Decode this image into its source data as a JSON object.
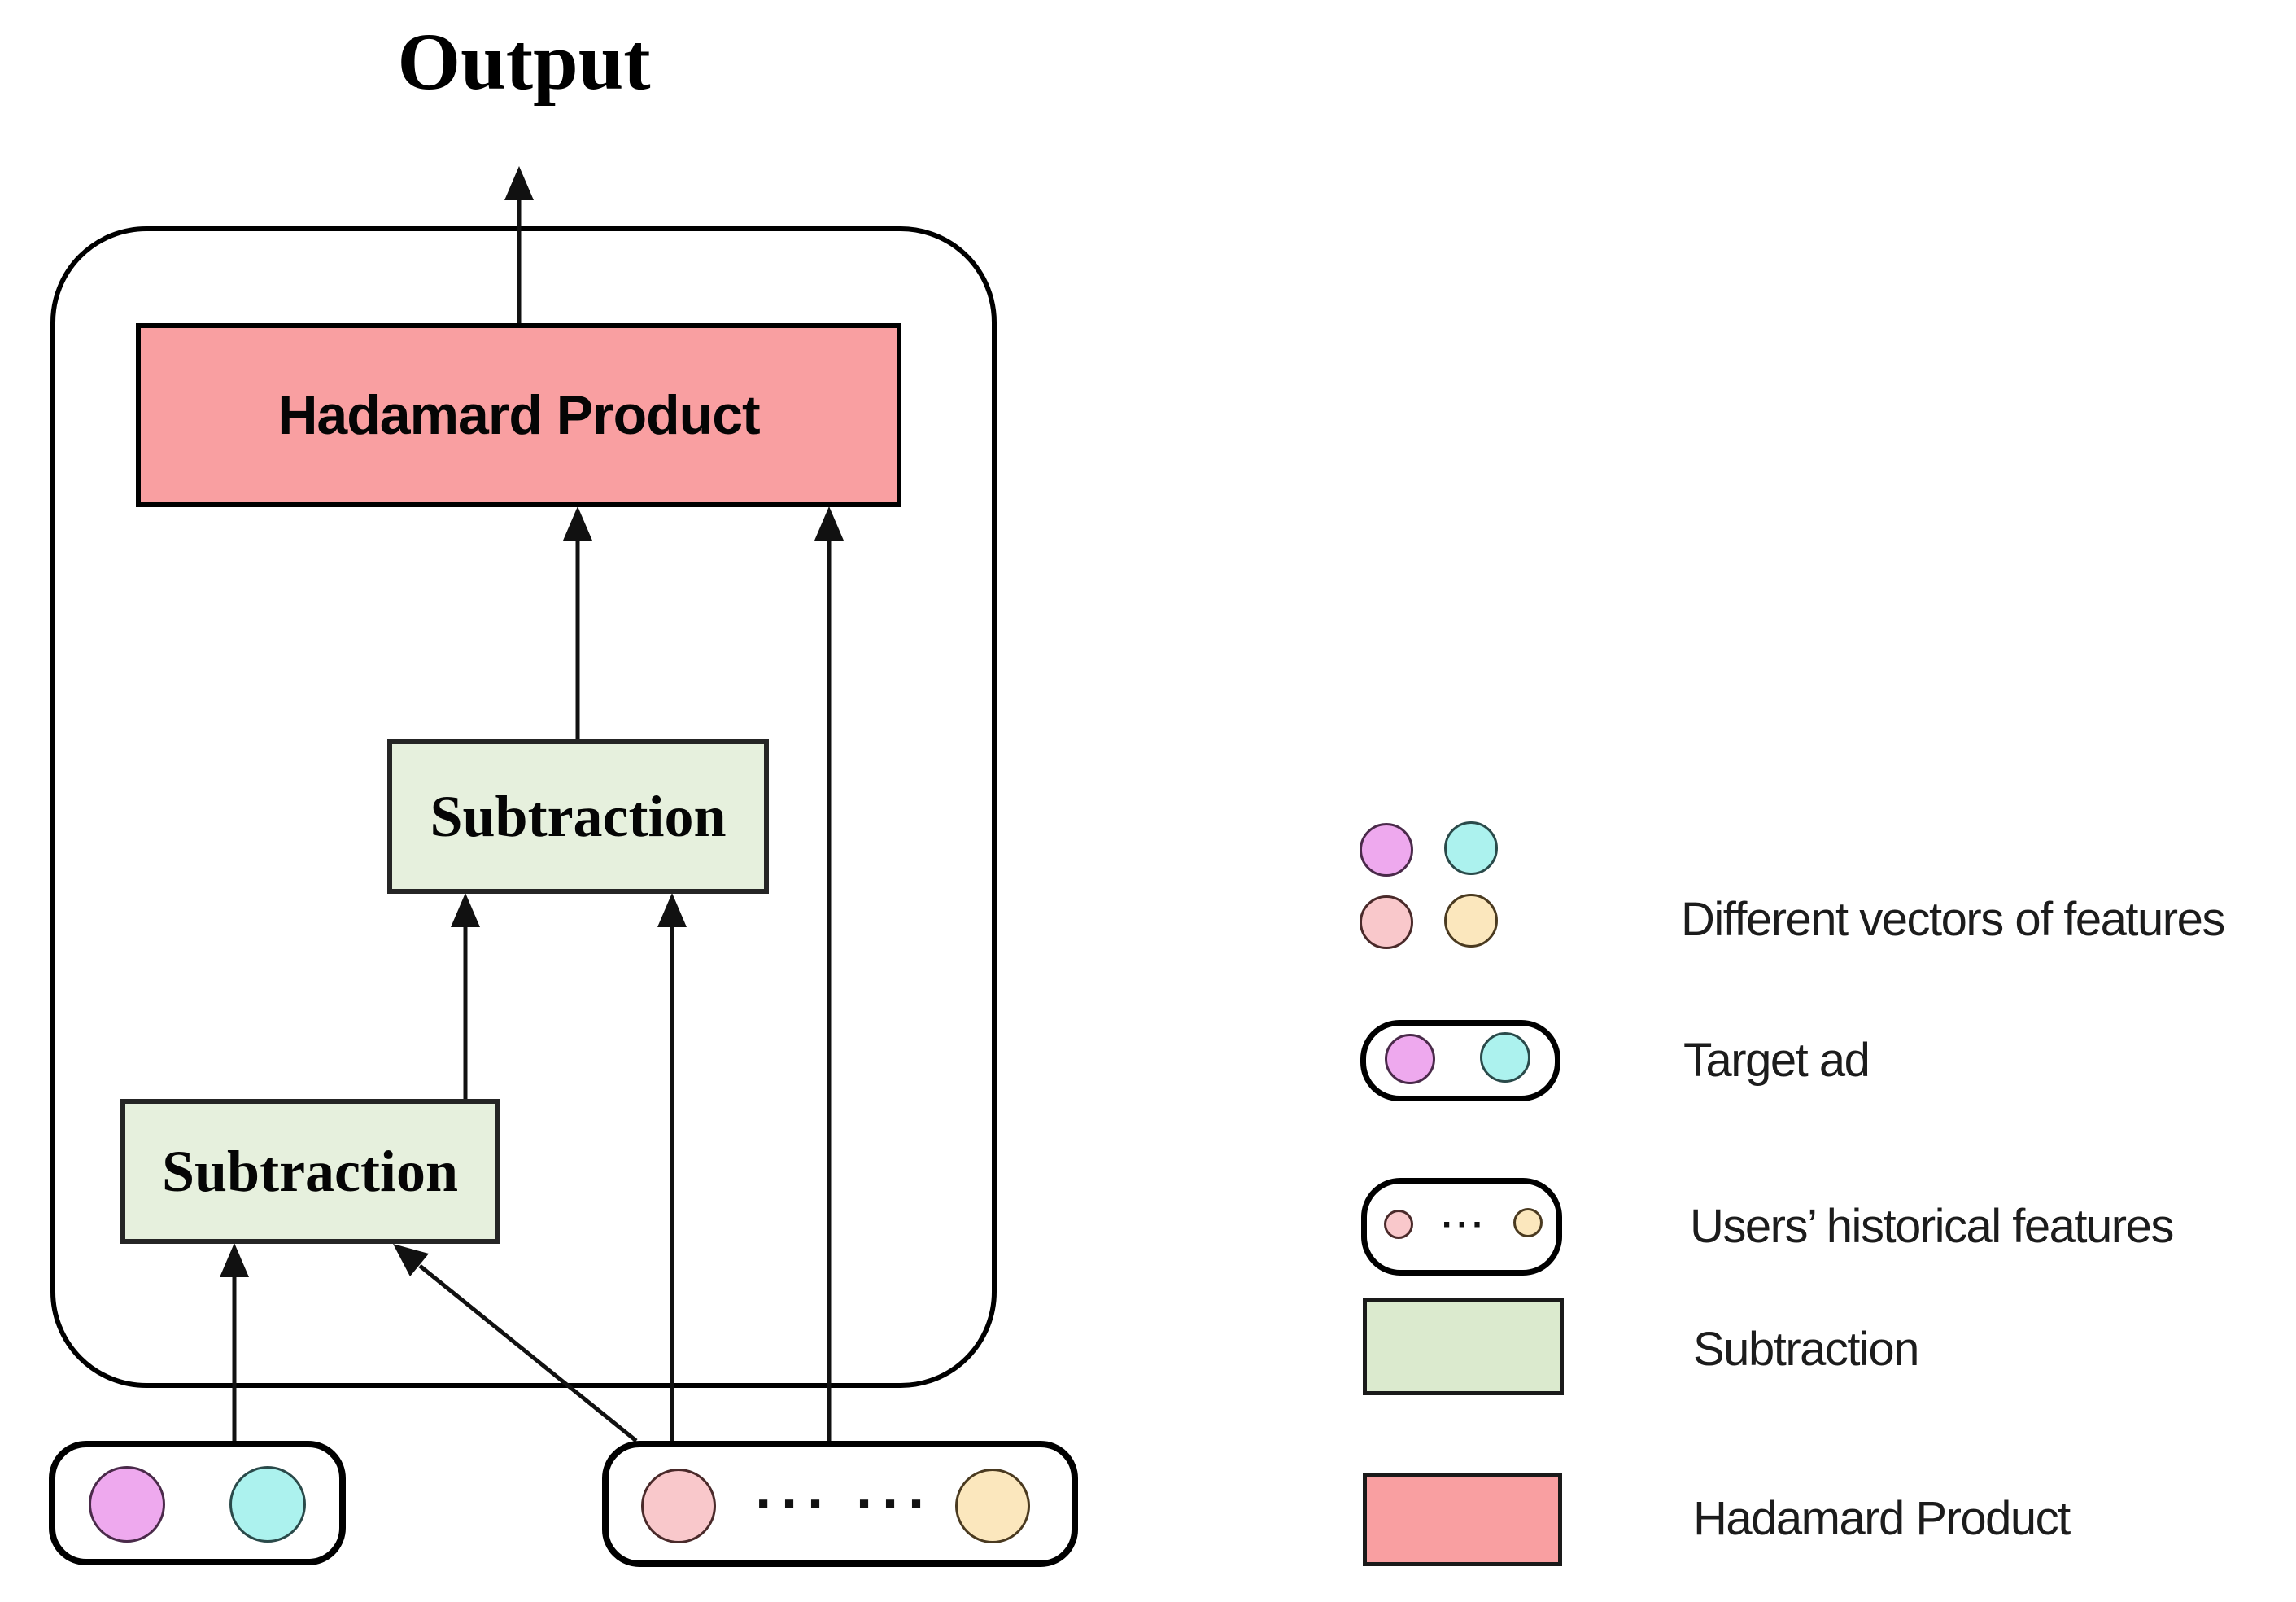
{
  "diagram": {
    "output_label": "Output",
    "hadamard_label": "Hadamard Product",
    "subtraction_upper_label": "Subtraction",
    "subtraction_lower_label": "Subtraction",
    "historical_dots": "··· ···"
  },
  "legend": {
    "users_pill_dots": "···",
    "items": [
      {
        "label": "Different vectors of features"
      },
      {
        "label": "Target ad"
      },
      {
        "label": "Users’  historical features"
      },
      {
        "label": "Subtraction"
      },
      {
        "label": "Hadamard Product"
      }
    ]
  },
  "colors": {
    "feature_purple": "#EEA9EE",
    "feature_cyan": "#ACF2EE",
    "feature_pink": "#F9C8CB",
    "feature_cream": "#FBE7BD",
    "subtraction_green": "#E6F0DD",
    "hadamard_pink": "#F99FA1"
  }
}
